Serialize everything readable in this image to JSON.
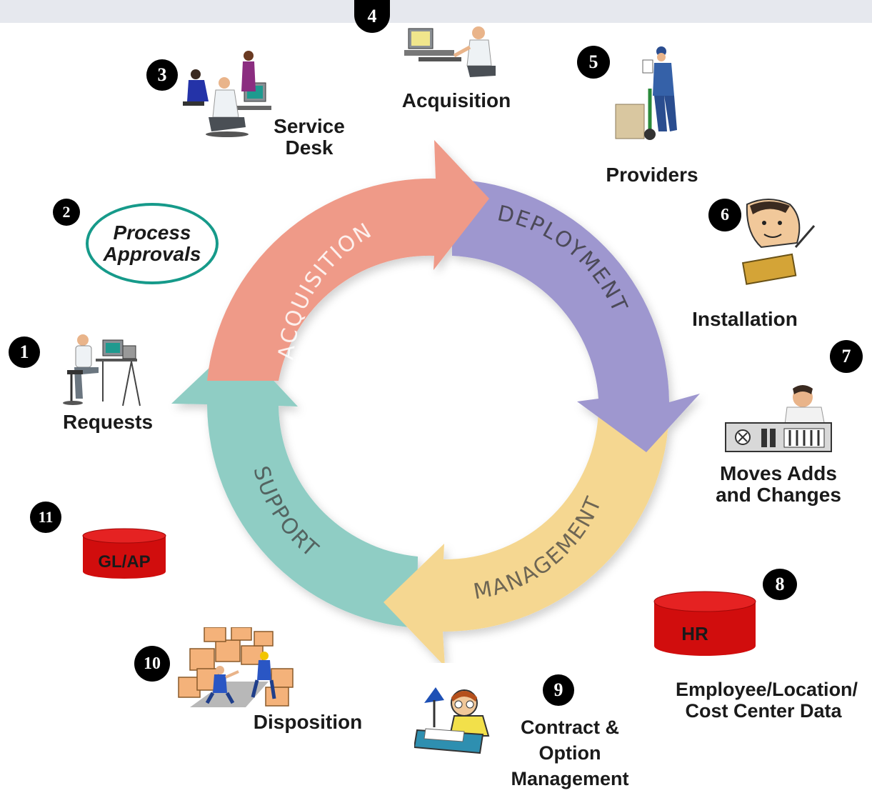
{
  "cycle": {
    "segments": [
      {
        "label": "ACQUISITION",
        "color": "#ef9a88"
      },
      {
        "label": "DEPLOYMENT",
        "color": "#9e97cf"
      },
      {
        "label": "MANAGEMENT",
        "color": "#f5d791"
      },
      {
        "label": "SUPPORT",
        "color": "#8fcdc4"
      }
    ]
  },
  "steps": [
    {
      "number": "1",
      "label": "Requests"
    },
    {
      "number": "2",
      "label_lines": [
        "Process",
        "Approvals"
      ]
    },
    {
      "number": "3",
      "label_lines": [
        "Service",
        "Desk"
      ]
    },
    {
      "number": "4",
      "label": "Acquisition"
    },
    {
      "number": "5",
      "label": "Providers"
    },
    {
      "number": "6",
      "label": "Installation"
    },
    {
      "number": "7",
      "label_lines": [
        "Moves Adds",
        "and Changes"
      ]
    },
    {
      "number": "8",
      "db_label": "HR",
      "label_lines": [
        "Employee/Location/",
        "Cost Center Data"
      ]
    },
    {
      "number": "9",
      "label_lines": [
        "Contract &",
        "Option",
        "Management"
      ]
    },
    {
      "number": "10",
      "label": "Disposition"
    },
    {
      "number": "11",
      "db_label": "GL/AP"
    }
  ],
  "colors": {
    "badge": "#000000",
    "database": "#d10d0d",
    "approvals_outline": "#169a8a"
  }
}
